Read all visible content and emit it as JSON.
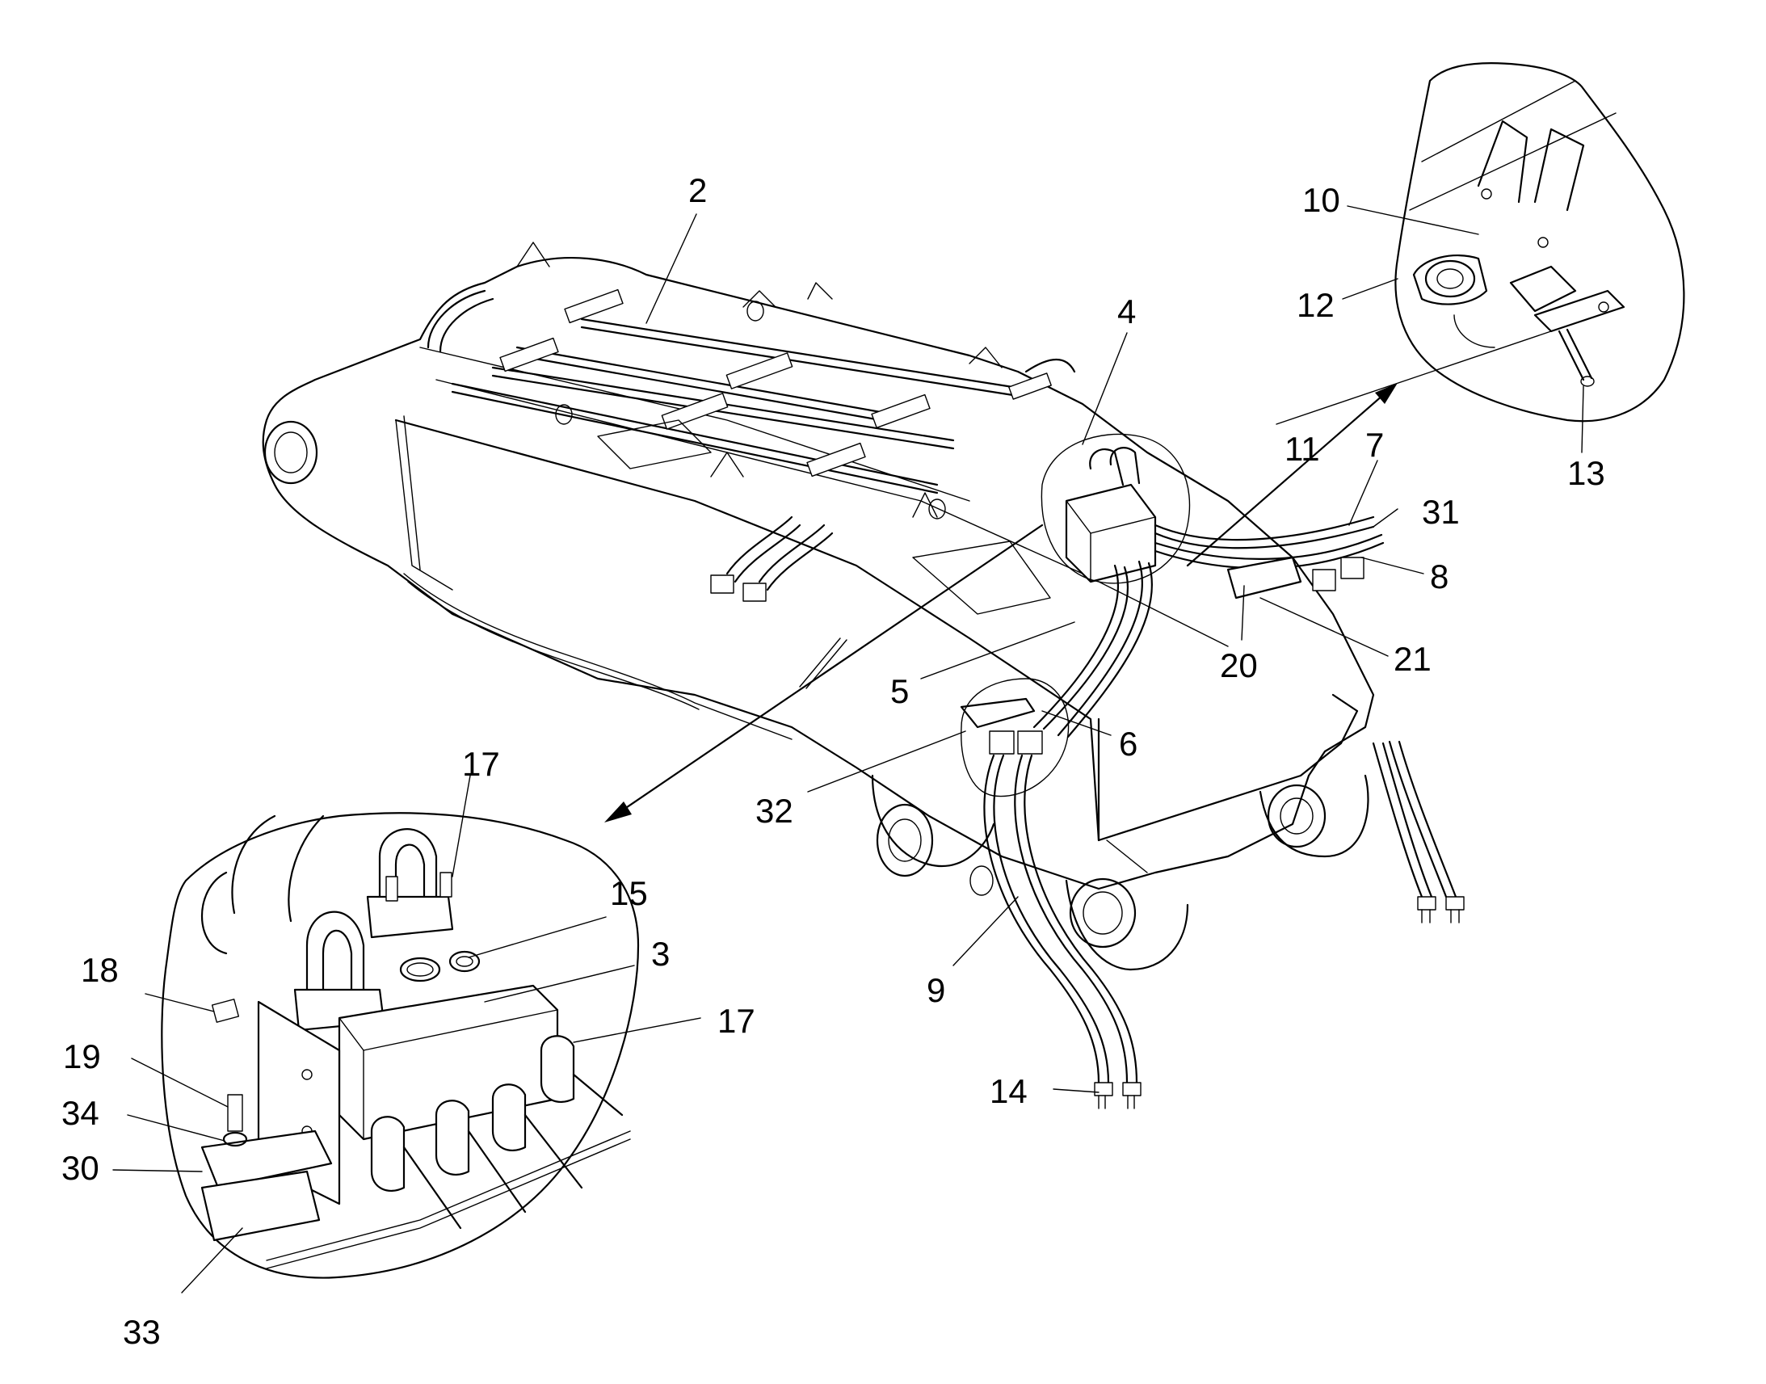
{
  "figure": {
    "labels": {
      "l2": "2",
      "l3": "3",
      "l4": "4",
      "l5": "5",
      "l6": "6",
      "l7": "7",
      "l8": "8",
      "l9": "9",
      "l10": "10",
      "l11": "11",
      "l12": "12",
      "l13": "13",
      "l14": "14",
      "l15": "15",
      "l17a": "17",
      "l17b": "17",
      "l18": "18",
      "l19": "19",
      "l20": "20",
      "l21": "21",
      "l30": "30",
      "l31": "31",
      "l32": "32",
      "l33": "33",
      "l34": "34"
    }
  }
}
